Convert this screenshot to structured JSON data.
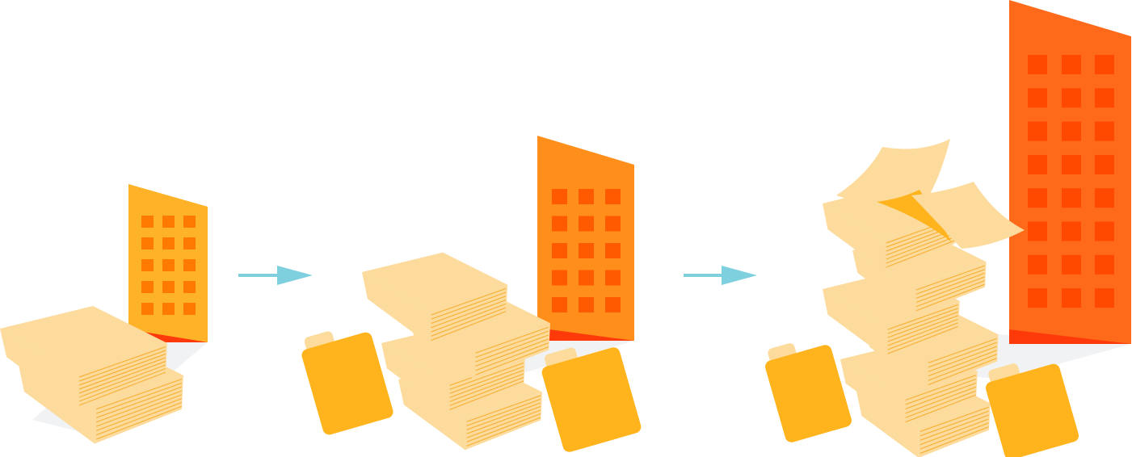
{
  "colors": {
    "paper": "#FCDB9C",
    "paper_lines": "#F7B23B",
    "folder": "#FFB41E",
    "arrow": "#7FD0DF",
    "shadow": "#F1F2F4",
    "stage1_building": "#FDB228",
    "stage1_windows": "#FF7A00",
    "stage2_building": "#FF8F1A",
    "stage2_windows": "#FF5A00",
    "stage3_building": "#FF6A1A",
    "stage3_windows": "#FF4800",
    "building_base": "#FF3A0A"
  },
  "stages": [
    {
      "building_windows": {
        "columns": 3,
        "rows": 5
      }
    },
    {
      "building_windows": {
        "columns": 3,
        "rows": 5
      }
    },
    {
      "building_windows": {
        "columns": 3,
        "rows": 8
      }
    }
  ]
}
